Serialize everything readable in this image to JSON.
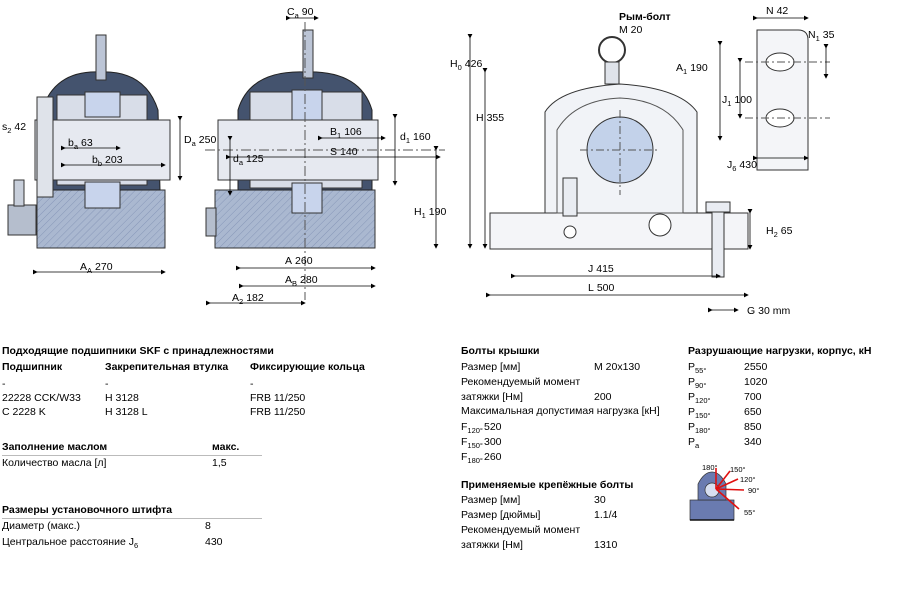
{
  "drawing": {
    "labels": {
      "ca": "C",
      "ca_sub": "a",
      "ca_val": "90",
      "s2": "s",
      "s2_sub": "2",
      "s2_val": "42",
      "ba": "b",
      "ba_sub": "a",
      "ba_val": "63",
      "bb": "b",
      "bb_sub": "b",
      "bb_val": "203",
      "Da": "D",
      "Da_sub": "a",
      "Da_val": "250",
      "da": "d",
      "da_sub": "a",
      "da_val": "125",
      "B1": "B",
      "B1_sub": "1",
      "B1_val": "106",
      "S": "S",
      "S_val": "140",
      "d1": "d",
      "d1_sub": "1",
      "d1_val": "160",
      "H1": "H",
      "H1_sub": "1",
      "H1_val": "190",
      "AA": "A",
      "AA_sub": "A",
      "AA_val": "270",
      "A": "A",
      "A_val": "260",
      "AB": "A",
      "AB_sub": "B",
      "AB_val": "280",
      "A2": "A",
      "A2_sub": "2",
      "A2_val": "182",
      "eyebolt": "Рым-болт",
      "eyebolt_size": "M 20",
      "H0": "H",
      "H0_sub": "0",
      "H0_val": "426",
      "H": "H",
      "H_val": "355",
      "A1": "A",
      "A1_sub": "1",
      "A1_val": "190",
      "N": "N",
      "N_val": "42",
      "N1": "N",
      "N1_sub": "1",
      "N1_val": "35",
      "J1": "J",
      "J1_sub": "1",
      "J1_val": "100",
      "J6": "J",
      "J6_sub": "6",
      "J6_val": "430",
      "H2": "H",
      "H2_sub": "2",
      "H2_val": "65",
      "J": "J",
      "J_val": "415",
      "L": "L",
      "L_val": "500",
      "G": "G",
      "G_val": "30 mm"
    }
  },
  "bearings": {
    "title": "Подходящие подшипники SKF с принадлежностями",
    "headers": [
      "Подшипник",
      "Закрепительная втулка",
      "Фиксирующие кольца"
    ],
    "rows": [
      [
        "-",
        "-",
        "-"
      ],
      [
        "22228 CCK/W33",
        "H 3128",
        "FRB 11/250"
      ],
      [
        "C 2228 K",
        "H 3128 L",
        "FRB 11/250"
      ]
    ]
  },
  "oil": {
    "title": "Заполнение маслом",
    "max_label": "макс.",
    "row_label": "Количество масла [л]",
    "row_value": "1,5"
  },
  "pin": {
    "title": "Размеры установочного штифта",
    "rows": [
      {
        "label": "Диаметр (макс.)",
        "value": "8"
      },
      {
        "label": "Центральное расстояние J",
        "sub": "6",
        "value": "430"
      }
    ]
  },
  "cap_bolts": {
    "title": "Болты крышки",
    "size_label": "Размер [мм]",
    "size_value": "M 20x130",
    "torque_label_1": "Рекомендуемый момент",
    "torque_label_2": "затяжки [Нм]",
    "torque_value": "200",
    "max_load_label": "Максимальная допустимая нагрузка [кН]",
    "loads": [
      {
        "label": "F",
        "sub": "120°",
        "value": "520"
      },
      {
        "label": "F",
        "sub": "150°",
        "value": "300"
      },
      {
        "label": "F",
        "sub": "180°",
        "value": "260"
      }
    ]
  },
  "mount_bolts": {
    "title": "Применяемые крепёжные болты",
    "size_label": "Размер [мм]",
    "size_value": "30",
    "inch_label": "Размер [дюймы]",
    "inch_value": "1.1/4",
    "torque_label_1": "Рекомендуемый момент",
    "torque_label_2": "затяжки [Нм]",
    "torque_value": "1310"
  },
  "breaking": {
    "title": "Разрушающие нагрузки, корпус, кН",
    "rows": [
      {
        "label": "P",
        "sub": "55°",
        "value": "2550"
      },
      {
        "label": "P",
        "sub": "90°",
        "value": "1020"
      },
      {
        "label": "P",
        "sub": "120°",
        "value": "700"
      },
      {
        "label": "P",
        "sub": "150°",
        "value": "650"
      },
      {
        "label": "P",
        "sub": "180°",
        "value": "850"
      },
      {
        "label": "P",
        "sub": "a",
        "value": "340"
      }
    ],
    "diagram_angles": [
      "180°",
      "150°",
      "120°",
      "90°",
      "55°"
    ],
    "colors": {
      "arrow": "#e01010",
      "housing": "#6a7bb0"
    }
  }
}
